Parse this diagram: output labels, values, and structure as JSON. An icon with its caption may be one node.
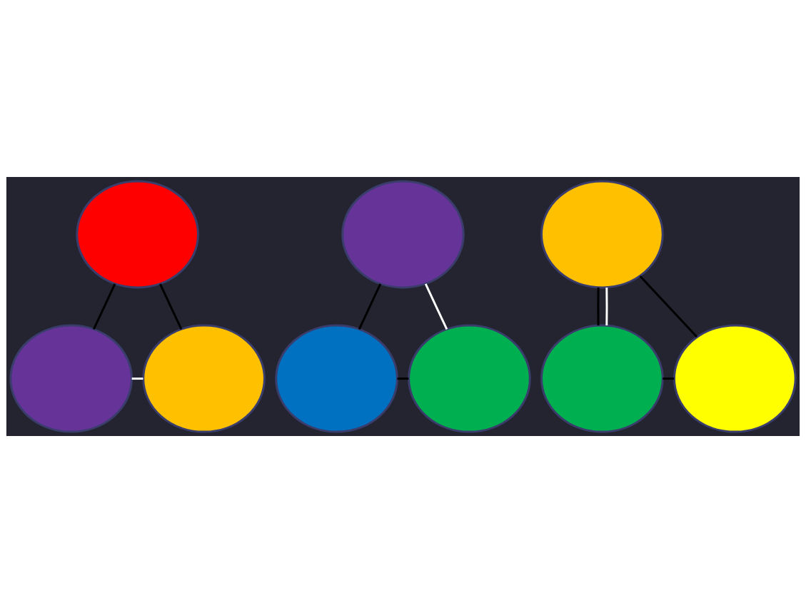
{
  "diagram": {
    "nodes": [
      {
        "text": [],
        "shape": "circle"
      },
      {
        "text": [],
        "shape": "circle"
      },
      {
        "text": [],
        "shape": "circle"
      },
      {
        "text": [],
        "shape": "circle"
      },
      {
        "text": [],
        "shape": "circle"
      },
      {
        "text": [],
        "shape": "circle"
      },
      {
        "text": [],
        "shape": "circle"
      },
      {
        "text": [],
        "shape": "circle"
      },
      {
        "text": [],
        "shape": "circle"
      }
    ],
    "edges": [
      {
        "from": 1,
        "to": 0,
        "arrow": "none"
      },
      {
        "from": 0,
        "to": 2,
        "arrow": "none"
      },
      {
        "from": 1,
        "to": 2,
        "arrow": "none",
        "color": "#ffffff"
      },
      {
        "from": 3,
        "to": 5,
        "arrow": "none"
      },
      {
        "from": 5,
        "to": 6,
        "arrow": "none"
      },
      {
        "from": 3,
        "to": 6,
        "arrow": "none",
        "color": "#ffffff"
      },
      {
        "from": 4,
        "to": 8,
        "arrow": "none"
      },
      {
        "from": 7,
        "to": 8,
        "arrow": "none"
      },
      {
        "from": 7,
        "to": 4,
        "arrow": "none"
      },
      {
        "from": 7,
        "to": 4,
        "arrow": "none",
        "color": "#ffffff"
      }
    ]
  }
}
